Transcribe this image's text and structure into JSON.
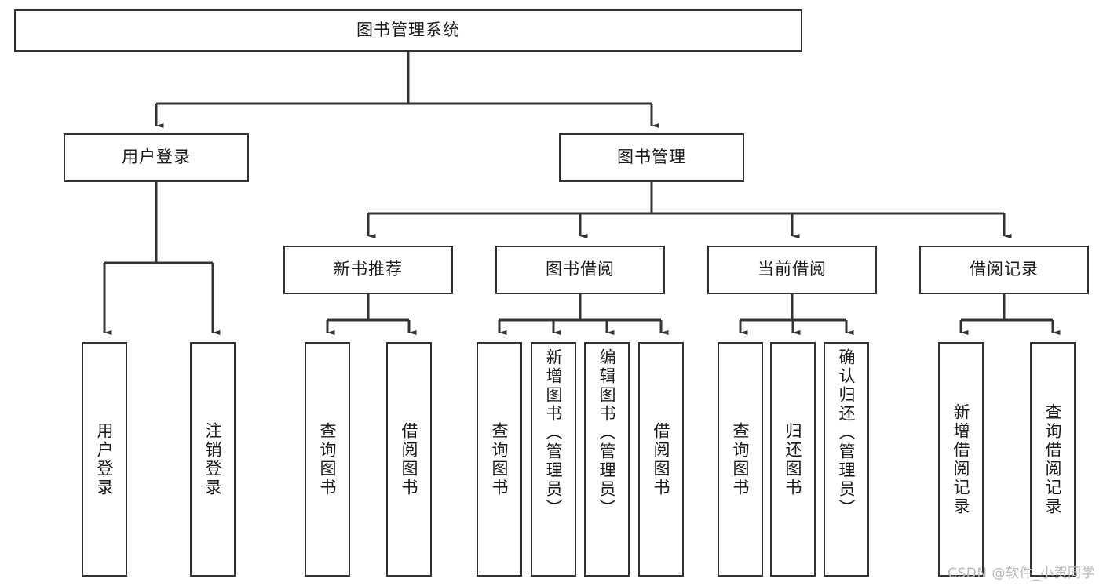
{
  "diagram": {
    "title": "图书管理系统",
    "type": "tree-hierarchy-diagram",
    "watermark": "CSDN @软件_小贺同学",
    "colors": {
      "stroke": "#333333",
      "box_fill": "#ffffff",
      "text": "#1a1a1a",
      "watermark": "#b8b8b8",
      "background": "#ffffff"
    },
    "levels": {
      "level1": "root",
      "level2": "modules",
      "level3": "sub-modules",
      "level4": "functions"
    },
    "root": {
      "label": "图书管理系统"
    },
    "modules": [
      {
        "label": "用户登录"
      },
      {
        "label": "图书管理"
      }
    ],
    "submodules": [
      {
        "label": "新书推荐"
      },
      {
        "label": "图书借阅"
      },
      {
        "label": "当前借阅"
      },
      {
        "label": "借阅记录"
      }
    ],
    "leaves": {
      "user_login": [
        {
          "label": "用户登录"
        },
        {
          "label": "注销登录"
        }
      ],
      "new_book_recommend": [
        {
          "label": "查询图书"
        },
        {
          "label": "借阅图书"
        }
      ],
      "book_borrow": [
        {
          "label": "查询图书"
        },
        {
          "label": "新增图书（管理员）"
        },
        {
          "label": "编辑图书（管理员）"
        },
        {
          "label": "借阅图书"
        }
      ],
      "current_borrow": [
        {
          "label": "查询图书"
        },
        {
          "label": "归还图书"
        },
        {
          "label": "确认归还（管理员）"
        }
      ],
      "borrow_record": [
        {
          "label": "新增借阅记录"
        },
        {
          "label": "查询借阅记录"
        }
      ]
    }
  }
}
